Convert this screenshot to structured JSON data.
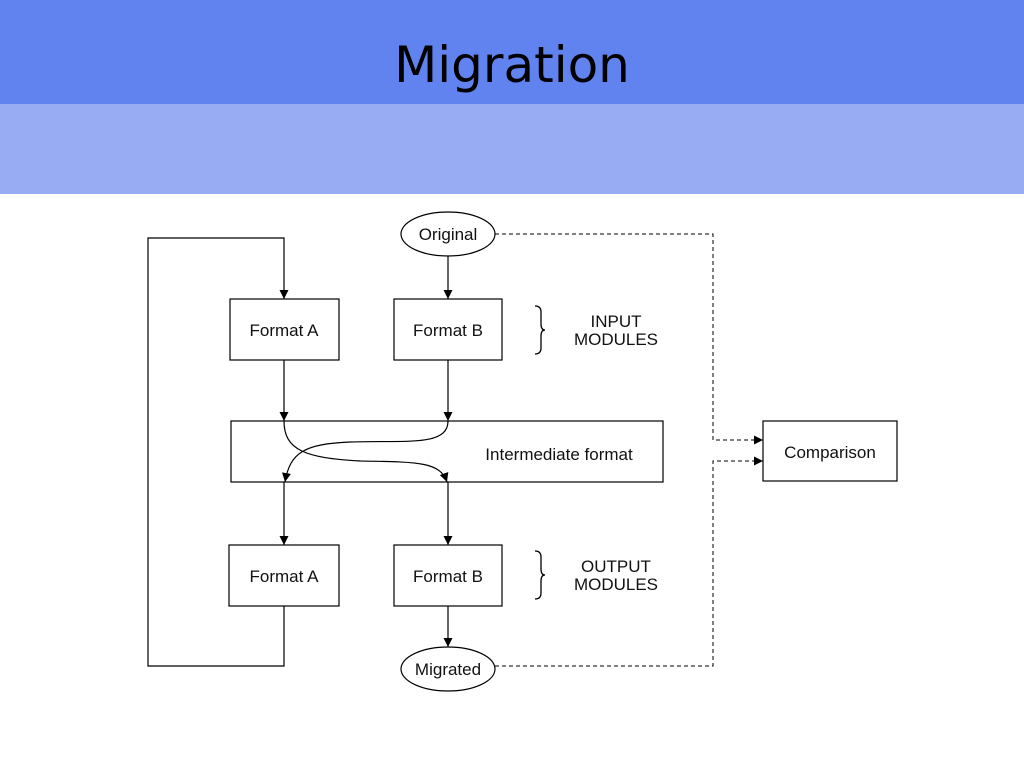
{
  "slide": {
    "title": "Migration",
    "colors": {
      "title_band": "#6183ef",
      "sub_band": "#97acf3"
    }
  },
  "diagram": {
    "nodes": {
      "original": "Original",
      "input_format_a": "Format A",
      "input_format_b": "Format B",
      "intermediate": "Intermediate format",
      "output_format_a": "Format A",
      "output_format_b": "Format B",
      "migrated": "Migrated",
      "comparison": "Comparison"
    },
    "group_labels": {
      "input_line1": "INPUT",
      "input_line2": "MODULES",
      "output_line1": "OUTPUT",
      "output_line2": "MODULES"
    }
  }
}
